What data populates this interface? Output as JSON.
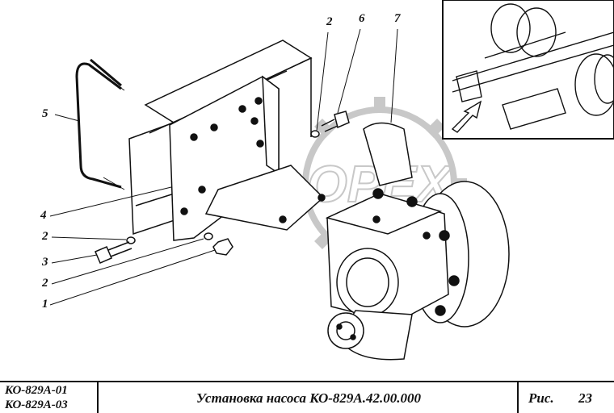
{
  "callouts": {
    "c1": "1",
    "c2a": "2",
    "c2b": "2",
    "c2c": "2",
    "c3": "3",
    "c4": "4",
    "c5": "5",
    "c6": "6",
    "c7": "7"
  },
  "title_block": {
    "model_1": "КО-829А-01",
    "model_2": "КО-829А-03",
    "title": "Установка насоса КО-829А.42.00.000",
    "figure_label": "Рис.",
    "figure_number": "23"
  },
  "watermark": {
    "text": "OPEX"
  },
  "colors": {
    "ink": "#111111",
    "watermark": "#c8c8c8",
    "paper": "#ffffff"
  }
}
